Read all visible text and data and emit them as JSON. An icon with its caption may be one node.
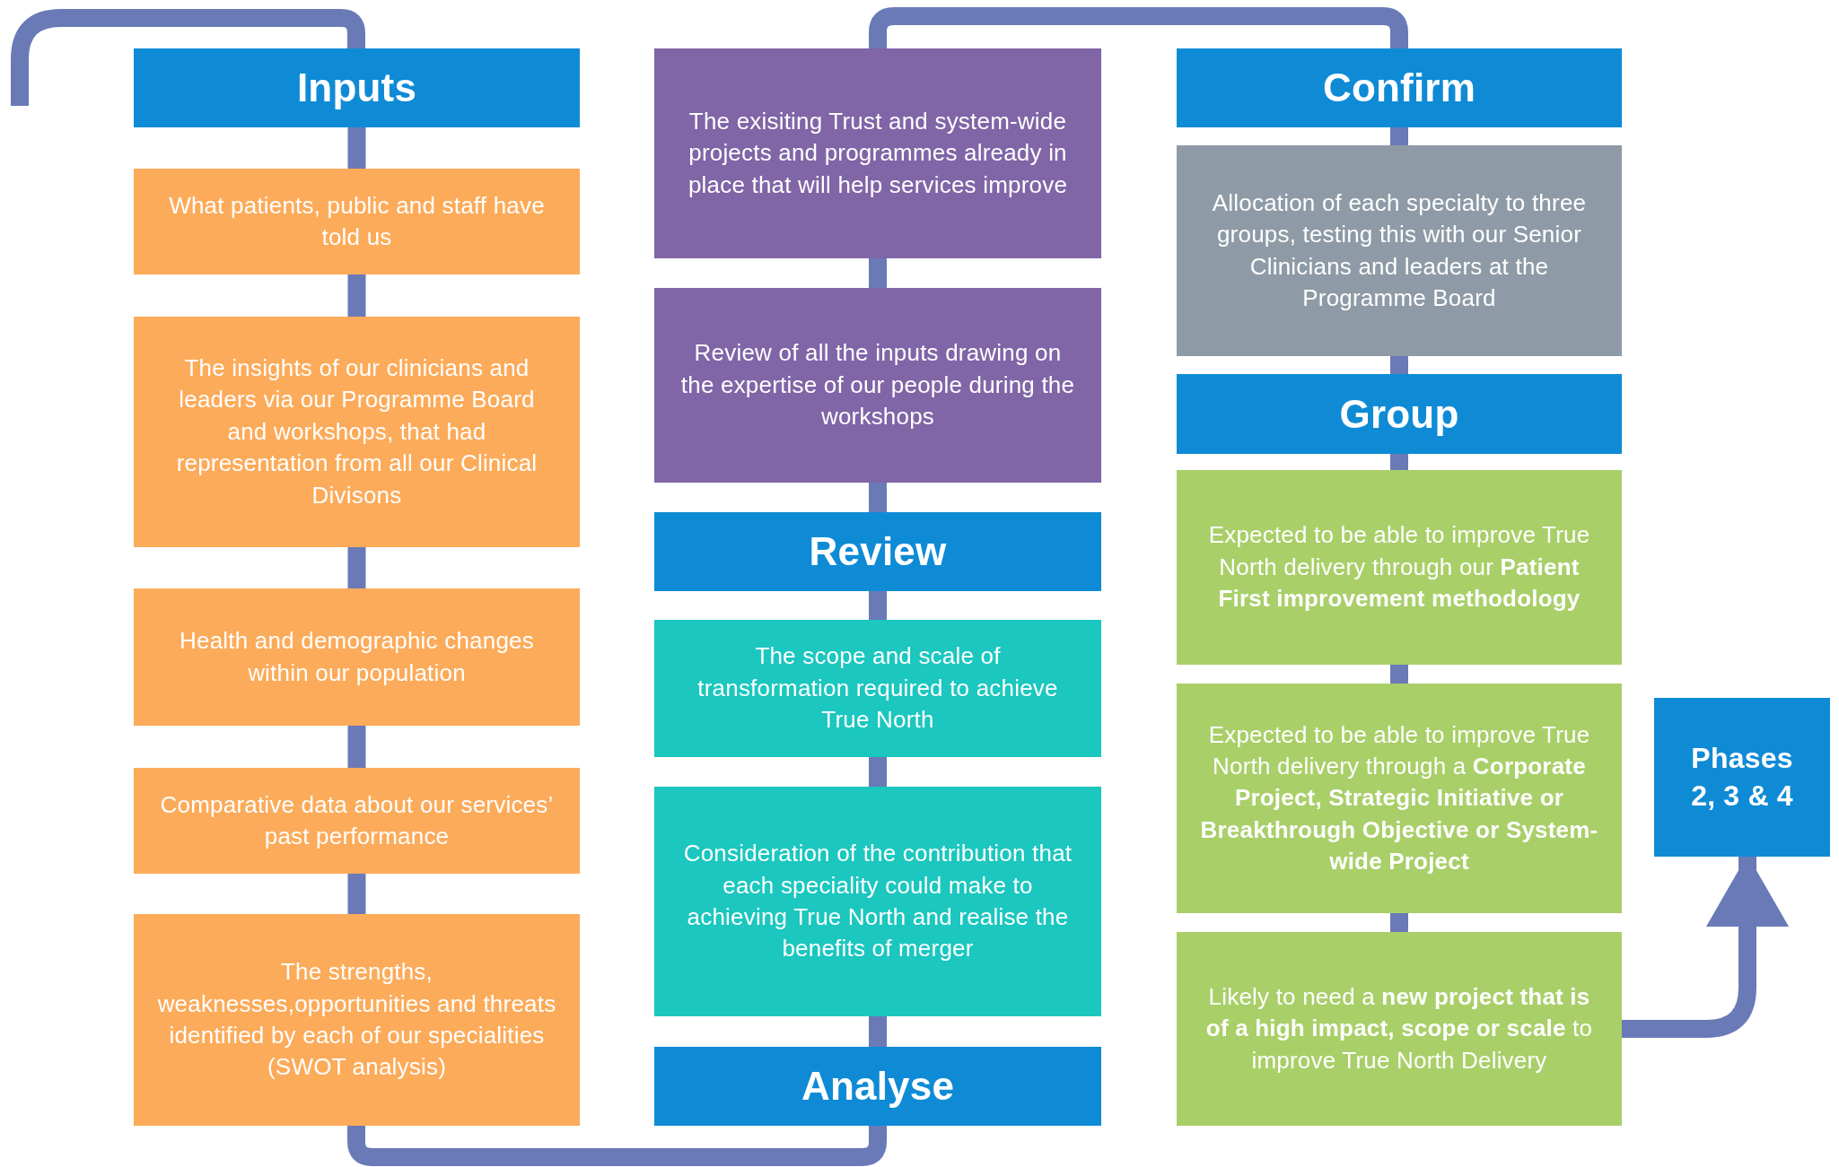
{
  "diagram": {
    "nodes": [
      {
        "text": [
          "Inputs"
        ]
      },
      {
        "text": [
          "What patients, public and staff have told us"
        ]
      },
      {
        "text": [
          "The insights of our clinicians and leaders via our Programme Board and workshops, that had representation from all our Clinical Divisons"
        ]
      },
      {
        "text": [
          "Health and demographic changes within our population"
        ]
      },
      {
        "text": [
          "Comparative data about our services’ past performance"
        ]
      },
      {
        "text": [
          "The strengths, weaknesses,opportunities and threats identified by each of our specialities (SWOT analysis)"
        ]
      },
      {
        "text": [
          "The exisiting Trust and system-wide projects and programmes already in place that will help services improve"
        ]
      },
      {
        "text": [
          "Review of all the inputs drawing on the expertise of our people during the workshops"
        ]
      },
      {
        "text": [
          "Review"
        ]
      },
      {
        "text": [
          "The scope and scale of transformation required to achieve True North"
        ]
      },
      {
        "text": [
          "Consideration of the contribution that each speciality could make to achieving True North and realise the benefits of merger"
        ]
      },
      {
        "text": [
          "Analyse"
        ]
      },
      {
        "text": [
          "Confirm"
        ]
      },
      {
        "text": [
          "Allocation of each specialty to three groups, testing this with our Senior Clinicians and leaders at the Programme Board"
        ]
      },
      {
        "text": [
          "Group"
        ]
      },
      {
        "text": [
          "Expected to be able to improve True North delivery through our **Patient First improvement methodology**"
        ]
      },
      {
        "text": [
          "Expected to be able to improve True North delivery through a **Corporate Project, Strategic Initiative or Breakthrough Objective or System-wide Project**"
        ]
      },
      {
        "text": [
          "Likely to need a **new project that is of a high impact, scope or scale** to improve True North Delivery"
        ]
      },
      {
        "text": [
          "Phases 2, 3 & 4"
        ]
      }
    ],
    "edges": [
      {
        "from": null,
        "to": 0,
        "arrow": "none"
      },
      {
        "from": 0,
        "to": 1,
        "arrow": "none"
      },
      {
        "from": 1,
        "to": 2,
        "arrow": "none"
      },
      {
        "from": 2,
        "to": 3,
        "arrow": "none"
      },
      {
        "from": 3,
        "to": 4,
        "arrow": "none"
      },
      {
        "from": 4,
        "to": 5,
        "arrow": "none"
      },
      {
        "from": 5,
        "to": 11,
        "arrow": "none"
      },
      {
        "from": 11,
        "to": 10,
        "arrow": "none"
      },
      {
        "from": 10,
        "to": 9,
        "arrow": "none"
      },
      {
        "from": 9,
        "to": 8,
        "arrow": "none"
      },
      {
        "from": 8,
        "to": 7,
        "arrow": "none"
      },
      {
        "from": 7,
        "to": 6,
        "arrow": "none"
      },
      {
        "from": 6,
        "to": 12,
        "arrow": "none"
      },
      {
        "from": 12,
        "to": 13,
        "arrow": "none"
      },
      {
        "from": 13,
        "to": 14,
        "arrow": "none"
      },
      {
        "from": 14,
        "to": 15,
        "arrow": "none"
      },
      {
        "from": 15,
        "to": 16,
        "arrow": "none"
      },
      {
        "from": 16,
        "to": 17,
        "arrow": "none"
      },
      {
        "from": 17,
        "to": 18,
        "arrow": "to"
      }
    ]
  }
}
